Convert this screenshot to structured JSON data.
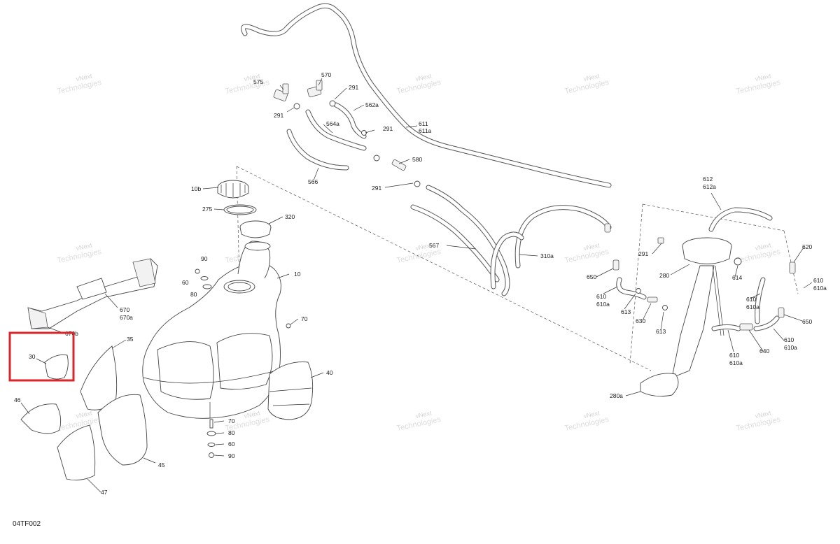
{
  "diagram_code": "04TF002",
  "watermark_text": [
    "vNext",
    "Technologies"
  ],
  "highlight_color": "#d9262b",
  "callouts": {
    "c570": "570",
    "c575": "575",
    "c291a": "291",
    "c291b": "291",
    "c562a": "562a",
    "c291c": "291",
    "c564a": "564a",
    "c611": "611",
    "c611a": "611a",
    "c580": "580",
    "c291d": "291",
    "c566": "566",
    "c10b": "10b",
    "c275": "275",
    "c320": "320",
    "c90a": "90",
    "c60a": "60",
    "c80a": "80",
    "c10": "10",
    "c70a": "70",
    "c670": "670",
    "c670a": "670a",
    "c670b": "670b",
    "c35": "35",
    "c30": "30",
    "c46": "46",
    "c40": "40",
    "c70b": "70",
    "c80b": "80",
    "c60b": "60",
    "c90b": "90",
    "c45": "45",
    "c47": "47",
    "c567": "567",
    "c310a": "310a",
    "c612": "612",
    "c612a": "612a",
    "c620": "620",
    "c291e": "291",
    "c280": "280",
    "c614": "614",
    "c650a": "650",
    "c610a": "610",
    "c610aa": "610a",
    "c610b": "610",
    "c610ba": "610a",
    "c613a": "613",
    "c630": "630",
    "c613b": "613",
    "c610c": "610",
    "c610ca": "610a",
    "c650b": "650",
    "c610d": "610",
    "c610da": "610a",
    "c640": "640",
    "c610e": "610",
    "c610ea": "610a",
    "c280a": "280a"
  }
}
